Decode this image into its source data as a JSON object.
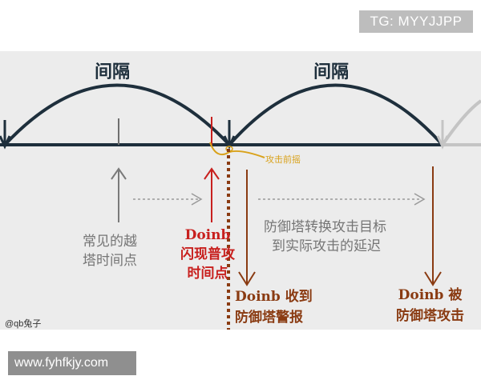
{
  "watermark_top": "TG: MYYJJPP",
  "watermark_bottom": "www.fyhfkjy.com",
  "diagram": {
    "interval_label_1": "间隔",
    "interval_label_2": "间隔",
    "windup_label": "攻击前摇",
    "common_dive_line1": "常见的越",
    "common_dive_line2": "塔时间点",
    "flash_line1": "Doinb",
    "flash_line2": "闪现普攻",
    "flash_line3": "时间点",
    "retarget_line1": "防御塔转换攻击目标",
    "retarget_line2": "到实际攻击的延迟",
    "alert_line1": "Doinb 收到",
    "alert_line2": "防御塔警报",
    "attacked_line1": "Doinb 被",
    "attacked_line2": "防御塔攻击",
    "credit": "@qb兔子"
  },
  "colors": {
    "navy": "#1e2f3c",
    "red": "#c8201e",
    "brown": "#8a3b12",
    "gold": "#d9a21b",
    "gray": "#8a8a8a"
  }
}
